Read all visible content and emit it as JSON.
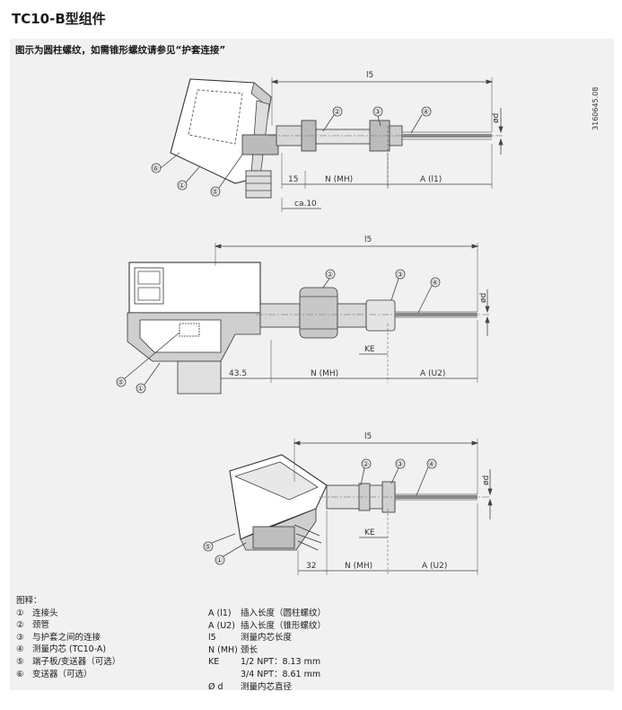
{
  "header": {
    "title": "TC10-B型组件",
    "subtitle": "图示为圆柱螺纹，如需锥形螺纹请参见“护套连接”"
  },
  "drawings": {
    "side_code": "3160645.08",
    "top": {
      "l5": "l5",
      "dia": "ød",
      "dim_15": "15",
      "dim_ca10": "ca.10",
      "dim_N": "N (MH)",
      "dim_A": "A (l1)",
      "callouts": [
        "①",
        "②",
        "③",
        "④",
        "⑤",
        "⑥"
      ]
    },
    "middle": {
      "l5": "l5",
      "dia": "ød",
      "dim_435": "43.5",
      "dim_N": "N (MH)",
      "dim_A": "A (U2)",
      "ke": "KE",
      "callouts": [
        "①",
        "②",
        "③",
        "④",
        "⑤"
      ]
    },
    "bottom": {
      "l5": "l5",
      "dia": "ød",
      "dim_32": "32",
      "dim_N": "N (MH)",
      "dim_A": "A (U2)",
      "ke": "KE",
      "callouts": [
        "①",
        "②",
        "③",
        "④",
        "⑤"
      ]
    }
  },
  "legend": {
    "heading": "图释：",
    "items": [
      {
        "num": "①",
        "text": "连接头"
      },
      {
        "num": "②",
        "text": "颈管"
      },
      {
        "num": "③",
        "text": "与护套之间的连接"
      },
      {
        "num": "④",
        "text": "测量内芯 (TC10-A)"
      },
      {
        "num": "⑤",
        "text": "端子板/变送器（可选）"
      },
      {
        "num": "⑥",
        "text": "变送器（可选）"
      }
    ],
    "symbols": [
      {
        "sym": "A (l1)",
        "text": "插入长度（圆柱螺纹）"
      },
      {
        "sym": "A (U2)",
        "text": "插入长度（锥形螺纹）"
      },
      {
        "sym": "l5",
        "text": "测量内芯长度"
      },
      {
        "sym": "N (MH)",
        "text": "颈长"
      },
      {
        "sym": "KE",
        "text": "1/2 NPT：8.13 mm"
      },
      {
        "sym": "",
        "text": "3/4 NPT：8.61 mm"
      },
      {
        "sym": "Ø d",
        "text": "测量内芯直径"
      }
    ]
  }
}
